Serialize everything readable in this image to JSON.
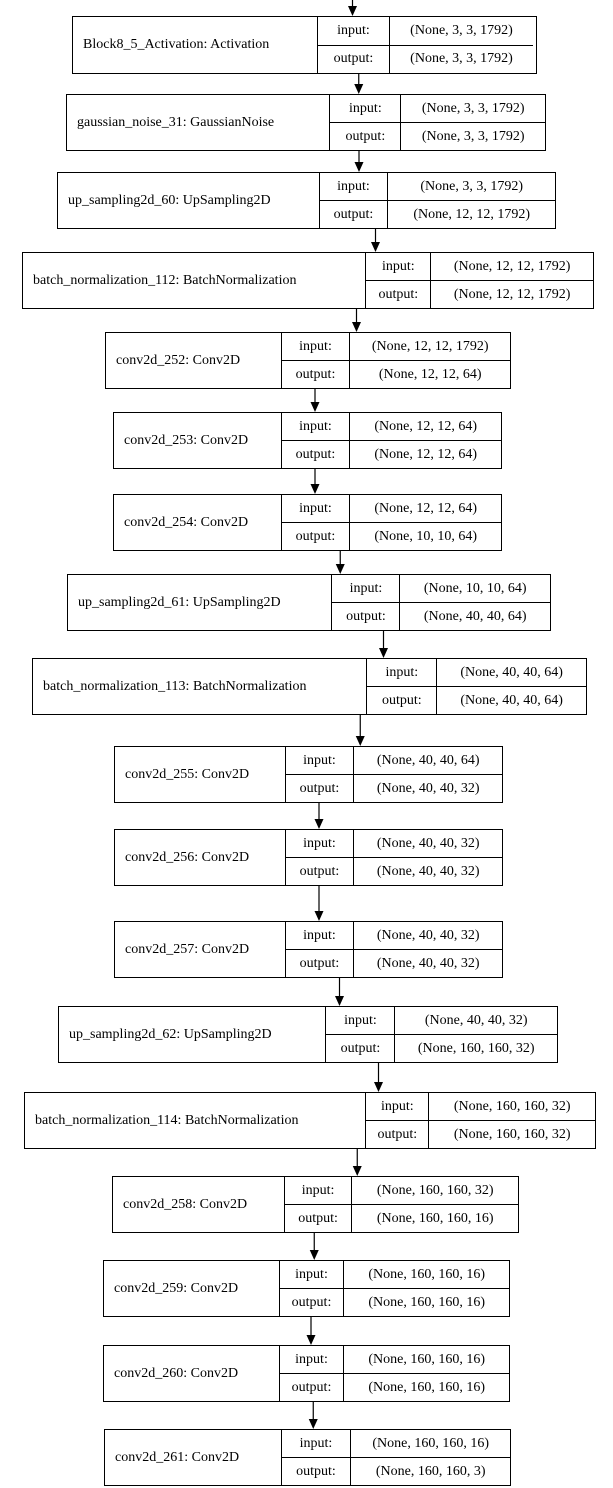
{
  "io_labels": {
    "input": "input:",
    "output": "output:"
  },
  "layers": [
    {
      "name": "Block8_5_Activation: Activation",
      "input": "(None, 3, 3, 1792)",
      "output": "(None, 3, 3, 1792)"
    },
    {
      "name": "gaussian_noise_31: GaussianNoise",
      "input": "(None, 3, 3, 1792)",
      "output": "(None, 3, 3, 1792)"
    },
    {
      "name": "up_sampling2d_60: UpSampling2D",
      "input": "(None, 3, 3, 1792)",
      "output": "(None, 12, 12, 1792)"
    },
    {
      "name": "batch_normalization_112: BatchNormalization",
      "input": "(None, 12, 12, 1792)",
      "output": "(None, 12, 12, 1792)"
    },
    {
      "name": "conv2d_252: Conv2D",
      "input": "(None, 12, 12, 1792)",
      "output": "(None, 12, 12, 64)"
    },
    {
      "name": "conv2d_253: Conv2D",
      "input": "(None, 12, 12, 64)",
      "output": "(None, 12, 12, 64)"
    },
    {
      "name": "conv2d_254: Conv2D",
      "input": "(None, 12, 12, 64)",
      "output": "(None, 10, 10, 64)"
    },
    {
      "name": "up_sampling2d_61: UpSampling2D",
      "input": "(None, 10, 10, 64)",
      "output": "(None, 40, 40, 64)"
    },
    {
      "name": "batch_normalization_113: BatchNormalization",
      "input": "(None, 40, 40, 64)",
      "output": "(None, 40, 40, 64)"
    },
    {
      "name": "conv2d_255: Conv2D",
      "input": "(None, 40, 40, 64)",
      "output": "(None, 40, 40, 32)"
    },
    {
      "name": "conv2d_256: Conv2D",
      "input": "(None, 40, 40, 32)",
      "output": "(None, 40, 40, 32)"
    },
    {
      "name": "conv2d_257: Conv2D",
      "input": "(None, 40, 40, 32)",
      "output": "(None, 40, 40, 32)"
    },
    {
      "name": "up_sampling2d_62: UpSampling2D",
      "input": "(None, 40, 40, 32)",
      "output": "(None, 160, 160, 32)"
    },
    {
      "name": "batch_normalization_114: BatchNormalization",
      "input": "(None, 160, 160, 32)",
      "output": "(None, 160, 160, 32)"
    },
    {
      "name": "conv2d_258: Conv2D",
      "input": "(None, 160, 160, 32)",
      "output": "(None, 160, 160, 16)"
    },
    {
      "name": "conv2d_259: Conv2D",
      "input": "(None, 160, 160, 16)",
      "output": "(None, 160, 160, 16)"
    },
    {
      "name": "conv2d_260: Conv2D",
      "input": "(None, 160, 160, 16)",
      "output": "(None, 160, 160, 16)"
    },
    {
      "name": "conv2d_261: Conv2D",
      "input": "(None, 160, 160, 16)",
      "output": "(None, 160, 160, 3)"
    }
  ]
}
